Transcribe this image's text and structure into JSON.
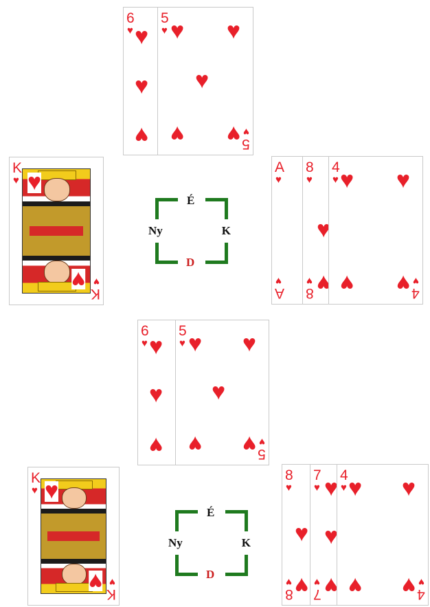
{
  "board1": {
    "north": [
      {
        "rank": "6",
        "suit": "♥"
      },
      {
        "rank": "5",
        "suit": "♥"
      }
    ],
    "west": [
      {
        "rank": "K",
        "suit": "♥"
      }
    ],
    "east": [
      {
        "rank": "A",
        "suit": "♥"
      },
      {
        "rank": "8",
        "suit": "♥"
      },
      {
        "rank": "4",
        "suit": "♥"
      }
    ],
    "compass": {
      "north": "É",
      "west": "Ny",
      "east": "K",
      "south": "D"
    }
  },
  "board2": {
    "north": [
      {
        "rank": "6",
        "suit": "♥"
      },
      {
        "rank": "5",
        "suit": "♥"
      }
    ],
    "west": [
      {
        "rank": "K",
        "suit": "♥"
      }
    ],
    "east": [
      {
        "rank": "8",
        "suit": "♥"
      },
      {
        "rank": "7",
        "suit": "♥"
      },
      {
        "rank": "4",
        "suit": "♥"
      }
    ],
    "compass": {
      "north": "É",
      "west": "Ny",
      "east": "K",
      "south": "D"
    }
  },
  "colors": {
    "hearts": "#e8202a",
    "compass_frame": "#1f7a1f",
    "south_label": "#cc1f1f"
  }
}
